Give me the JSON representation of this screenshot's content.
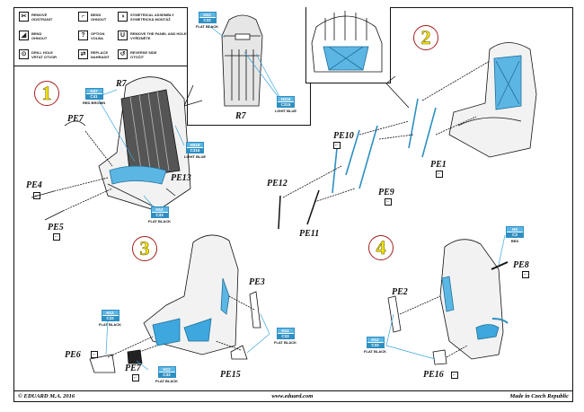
{
  "legend": [
    {
      "icon": "remove-icon",
      "glyph": "✂",
      "line1": "REMOVE",
      "line2": "ODSTRANIT"
    },
    {
      "icon": "bend-icon",
      "glyph": "⌐",
      "line1": "BEND",
      "line2": "OHNOUT"
    },
    {
      "icon": "symmetrical-assembly-icon",
      "glyph": "◑",
      "line1": "SYMETRICAL ASSEMBLY",
      "line2": "SYMETRICKÁ MONTÁŽ"
    },
    {
      "icon": "bend-diagonal-icon",
      "glyph": "◢",
      "line1": "BEND",
      "line2": "OHNOUT"
    },
    {
      "icon": "option-icon",
      "glyph": "?",
      "line1": "OPTION",
      "line2": "VOLBA"
    },
    {
      "icon": "remove-plastic-icon",
      "glyph": "U",
      "line1": "REMOVE THE PANEL AND HOLES",
      "line2": "VYŘÍZNĚTE"
    },
    {
      "icon": "drill-hole-icon",
      "glyph": "⊙",
      "line1": "DRILL HOLE",
      "line2": "VRTAT OTVOR"
    },
    {
      "icon": "replace-icon",
      "glyph": "⇄",
      "line1": "REPLACE",
      "line2": "NAHRADIT"
    },
    {
      "icon": "reverse-side-icon",
      "glyph": "↺",
      "line1": "REVERSE SIDE",
      "line2": "OTOČIT"
    }
  ],
  "steps": [
    "1",
    "2",
    "3",
    "4"
  ],
  "parts": {
    "R7_main": "R7",
    "R7_inset": "R7",
    "PE1": "PE1",
    "PE2": "PE2",
    "PE3": "PE3",
    "PE4": "PE4",
    "PE5": "PE5",
    "PE6": "PE6",
    "PE7a": "PE7",
    "PE7b": "PE7",
    "PE8": "PE8",
    "PE9": "PE9",
    "PE10": "PE10",
    "PE11": "PE11",
    "PE12": "PE12",
    "PE13": "PE13",
    "PE15": "PE15",
    "PE16": "PE16"
  },
  "paints": {
    "inset_flat_black": {
      "h": "H12",
      "c": "C33",
      "name": "FLAT BLACK"
    },
    "inset_light_blue": {
      "h": "H315",
      "c": "C315",
      "name": "LIGHT BLUE"
    },
    "step1_red_brown": {
      "h": "H47",
      "c": "C41",
      "name": "RED BROWN"
    },
    "step1_light_blue": {
      "h": "H315",
      "c": "C315",
      "name": "LIGHT BLUE"
    },
    "step1_flat_black": {
      "h": "H12",
      "c": "C33",
      "name": "FLAT BLACK"
    },
    "step3_flat_black_a": {
      "h": "H12",
      "c": "C33",
      "name": "FLAT BLACK"
    },
    "step3_flat_black_b": {
      "h": "H12",
      "c": "C33",
      "name": "FLAT BLACK"
    },
    "step3_flat_black_c": {
      "h": "H12",
      "c": "C33",
      "name": "FLAT BLACK"
    },
    "step4_red": {
      "h": "H3",
      "c": "C3",
      "name": "RED"
    },
    "step4_flat_black": {
      "h": "H12",
      "c": "C33",
      "name": "FLAT BLACK"
    }
  },
  "footer": {
    "copyright": "© EDUARD M.A. 2016",
    "website": "www.eduard.com",
    "origin": "Made in Czech Republic"
  },
  "colors": {
    "accent_blue": "#3da7de",
    "step_yellow": "#f2e418",
    "step_ring": "#a3201e"
  }
}
